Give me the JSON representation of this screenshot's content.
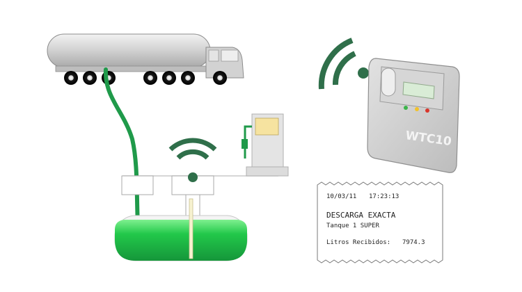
{
  "device": {
    "label": "WTC10"
  },
  "receipt": {
    "date": "10/03/11",
    "time": "17:23:13",
    "title": "DESCARGA EXACTA",
    "tank_line": "Tanque 1  SUPER",
    "liters_label": "Litros Recibidos:",
    "liters_value": "7974.3"
  },
  "icons": [
    "tanker-truck-icon",
    "fuel-pump-icon",
    "wifi-signal-icon",
    "underground-tank-icon",
    "printer-device-icon",
    "ticket-receipt-icon"
  ],
  "colors": {
    "accent_green": "#1f9a4a",
    "signal_green": "#2f6f4a",
    "fuel_green": "#1fc24b",
    "truck_gray": "#c8c8c8",
    "pump_yellow": "#f6e3a0"
  }
}
